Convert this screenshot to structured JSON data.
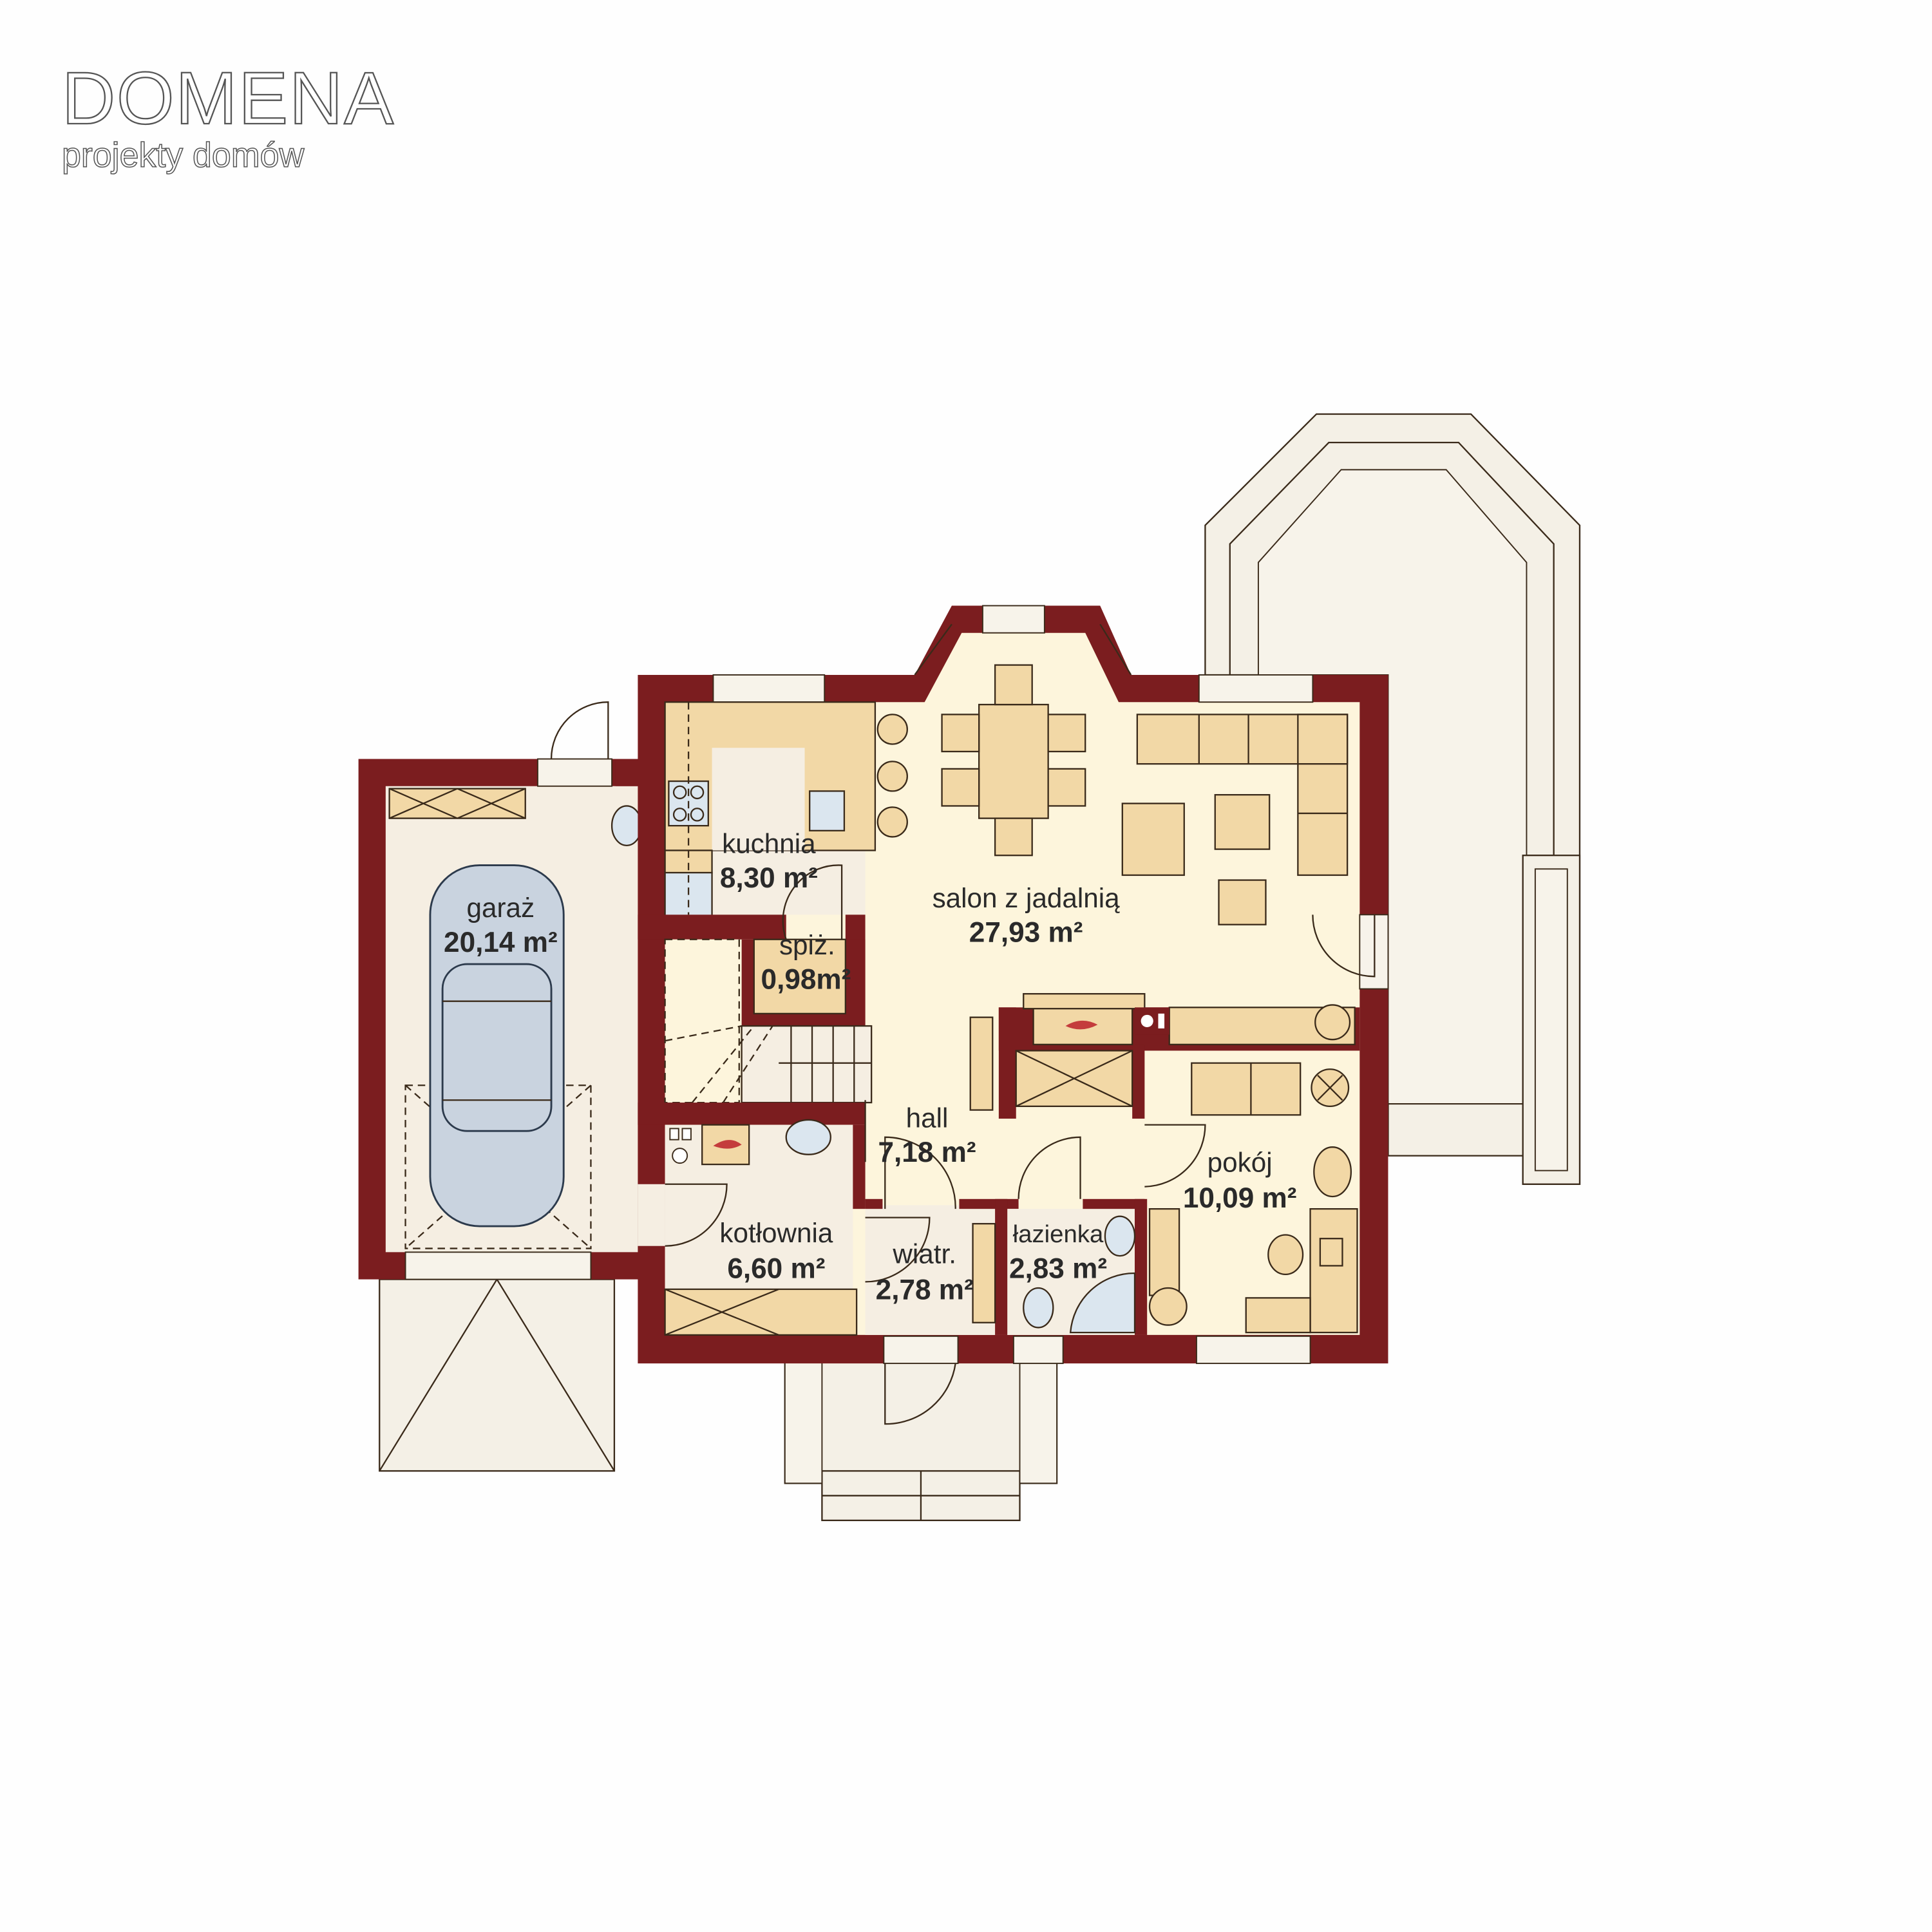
{
  "logo": {
    "brand": "DOMENA",
    "tagline": "projekty domów"
  },
  "rooms": [
    {
      "id": "garaz",
      "name": "garaż",
      "area": "20,14 m²"
    },
    {
      "id": "kuchnia",
      "name": "kuchnia",
      "area": "8,30 m²"
    },
    {
      "id": "spiz",
      "name": "spiż.",
      "area": "0,98m²"
    },
    {
      "id": "salon",
      "name": "salon z jadalnią",
      "area": "27,93 m²"
    },
    {
      "id": "hall",
      "name": "hall",
      "area": "7,18 m²"
    },
    {
      "id": "pokoj",
      "name": "pokój",
      "area": "10,09 m²"
    },
    {
      "id": "kotlownia",
      "name": "kotłownia",
      "area": "6,60 m²"
    },
    {
      "id": "wiatr",
      "name": "wiatr.",
      "area": "2,78 m²"
    },
    {
      "id": "lazienka",
      "name": "łazienka",
      "area": "2,83 m²"
    }
  ],
  "colors": {
    "wall": "#7b1d1f",
    "floor": "#fdf5dc",
    "furniture": "#f2d8a6"
  }
}
